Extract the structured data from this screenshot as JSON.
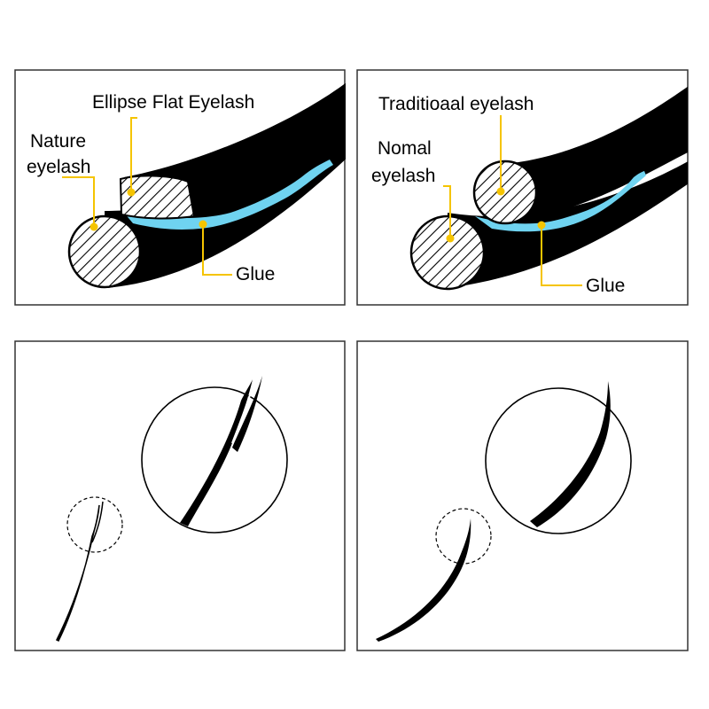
{
  "colors": {
    "leader": "#F5C400",
    "glue": "#6FD3F0",
    "lash": "#000000",
    "frame": "#333333",
    "background": "#FFFFFF"
  },
  "panel_left_top": {
    "label_flat": "Ellipse Flat Eyelash",
    "label_nature_line1": "Nature",
    "label_nature_line2": "eyelash",
    "label_glue": "Glue"
  },
  "panel_right_top": {
    "label_traditional": "Traditioaal eyelash",
    "label_normal_line1": "Nomal",
    "label_normal_line2": "eyelash",
    "label_glue": "Glue"
  },
  "panel_left_bottom": {
    "description_icon": "split-tip-lash-with-magnifier"
  },
  "panel_right_bottom": {
    "description_icon": "single-tip-lash-with-magnifier"
  }
}
